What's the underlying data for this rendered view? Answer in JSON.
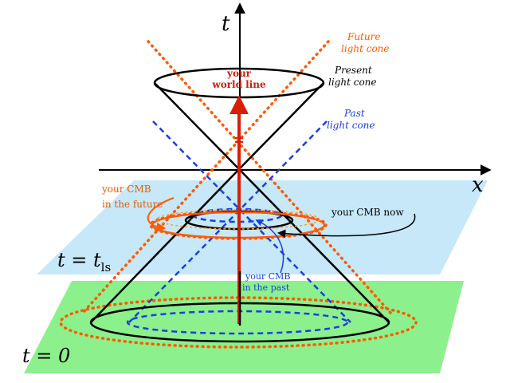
{
  "axes": {
    "t_label": "t",
    "x_label": "x"
  },
  "labels": {
    "future_cone": [
      "Future",
      "light cone"
    ],
    "present_cone": [
      "Present",
      "light cone"
    ],
    "past_cone": [
      "Past",
      "light cone"
    ],
    "world_line": [
      "your",
      "world line"
    ],
    "cmb_future": [
      "your CMB",
      "in the future"
    ],
    "cmb_now": "your CMB now",
    "cmb_past": [
      "your CMB",
      "in the past"
    ],
    "t_ls": "t = t",
    "t_ls_sub": "ls",
    "t_zero": "t = 0"
  },
  "colors": {
    "future": "#ff5a00",
    "present": "#000000",
    "past": "#1a3fe0",
    "world_line": "#d81e05",
    "plane_ls": "#c6e8f8",
    "plane_zero": "#8cf08c",
    "cmb_label_future": "#e65a00",
    "cmb_label_past": "#1a3fe0",
    "world_line_label": "#c81e0a"
  }
}
